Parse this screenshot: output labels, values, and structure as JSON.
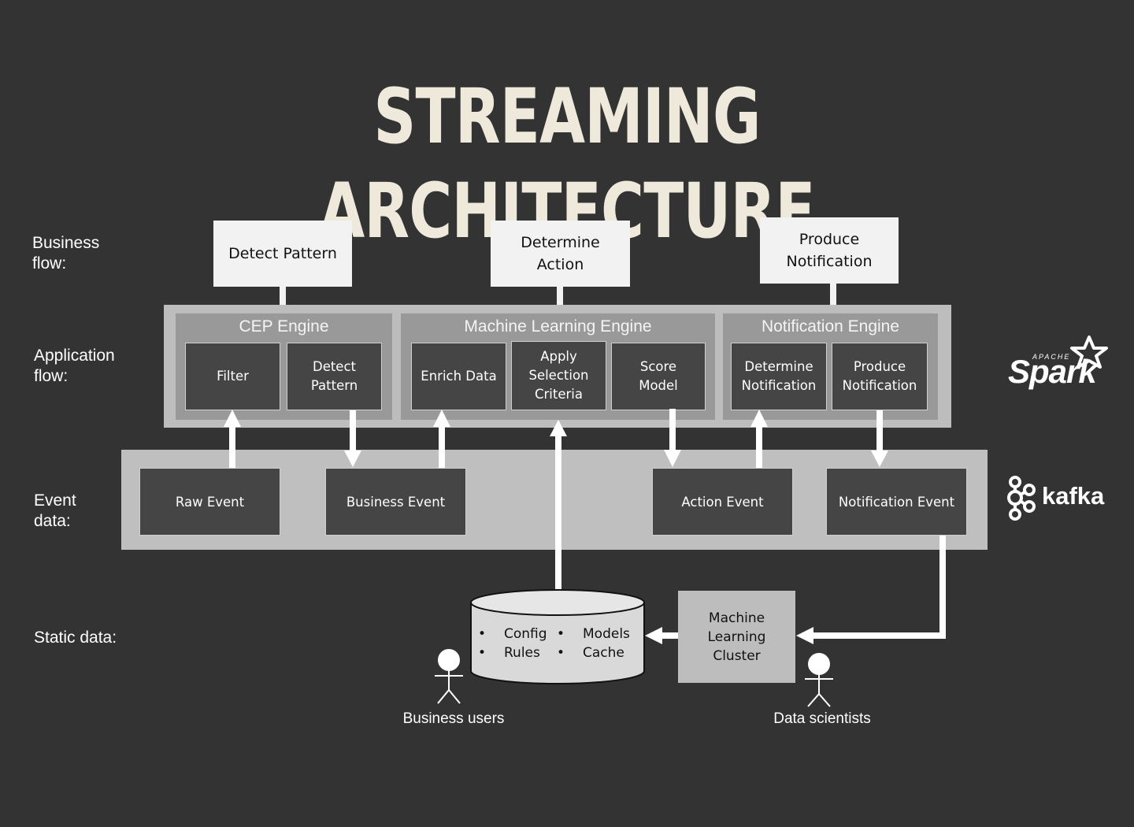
{
  "title": "STREAMING ARCHITECTURE",
  "row_labels": {
    "business": "Business\nflow:",
    "application": "Application\nflow:",
    "event": "Event\ndata:",
    "static": "Static data:"
  },
  "business_flow": [
    {
      "label": "Detect Pattern"
    },
    {
      "label": "Determine\nAction"
    },
    {
      "label": "Produce\nNotification"
    }
  ],
  "engines": [
    {
      "title": "CEP Engine",
      "steps": [
        "Filter",
        "Detect\nPattern"
      ]
    },
    {
      "title": "Machine Learning Engine",
      "steps": [
        "Enrich Data",
        "Apply\nSelection\nCriteria",
        "Score\nModel"
      ]
    },
    {
      "title": "Notification Engine",
      "steps": [
        "Determine\nNotification",
        "Produce\nNotification"
      ]
    }
  ],
  "events": [
    "Raw Event",
    "Business Event",
    "Action Event",
    "Notification Event"
  ],
  "static_data": {
    "store_items_left": [
      "Config",
      "Rules"
    ],
    "store_items_right": [
      "Models",
      "Cache"
    ],
    "bullet": "•",
    "ml_cluster": "Machine\nLearning\nCluster"
  },
  "actors": {
    "business_users": "Business users",
    "data_scientists": "Data scientists"
  },
  "logos": {
    "spark_small": "APACHE",
    "spark": "Spark",
    "kafka": "kafka",
    "spark_icon": "spark-star-icon",
    "kafka_icon": "kafka-nodes-icon"
  },
  "colors": {
    "background": "#333333",
    "title": "#efe9dc",
    "light_box": "#f2f2f2",
    "panel": "#bdbdbd",
    "engine": "#999999",
    "dark_box": "#454545",
    "arrow": "#ffffff"
  }
}
